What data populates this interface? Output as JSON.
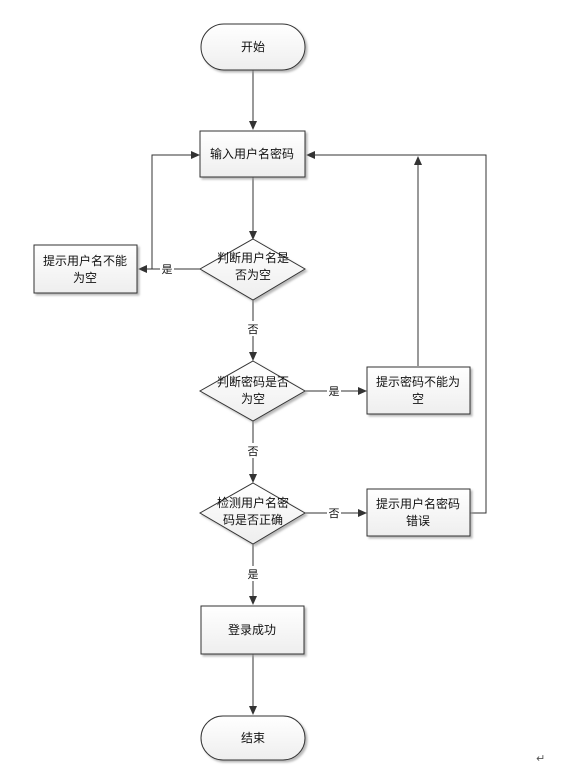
{
  "nodes": {
    "start": "开始",
    "input": "输入用户名密码",
    "check_user": [
      "判断用户名是",
      "否为空"
    ],
    "prompt_user_empty": [
      "提示用户名不能",
      "为空"
    ],
    "check_pass": [
      "判断密码是否",
      "为空"
    ],
    "prompt_pass_empty": [
      "提示密码不能为",
      "空"
    ],
    "check_match": [
      "检测用户名密",
      "码是否正确"
    ],
    "prompt_wrong": [
      "提示用户名密码",
      "错误"
    ],
    "success": "登录成功",
    "end": "结束"
  },
  "edge_labels": {
    "user_empty_yes": "是",
    "user_empty_no": "否",
    "pass_empty_yes": "是",
    "pass_empty_no": "否",
    "match_no": "否",
    "match_yes": "是"
  },
  "paragraph_mark": "↵"
}
